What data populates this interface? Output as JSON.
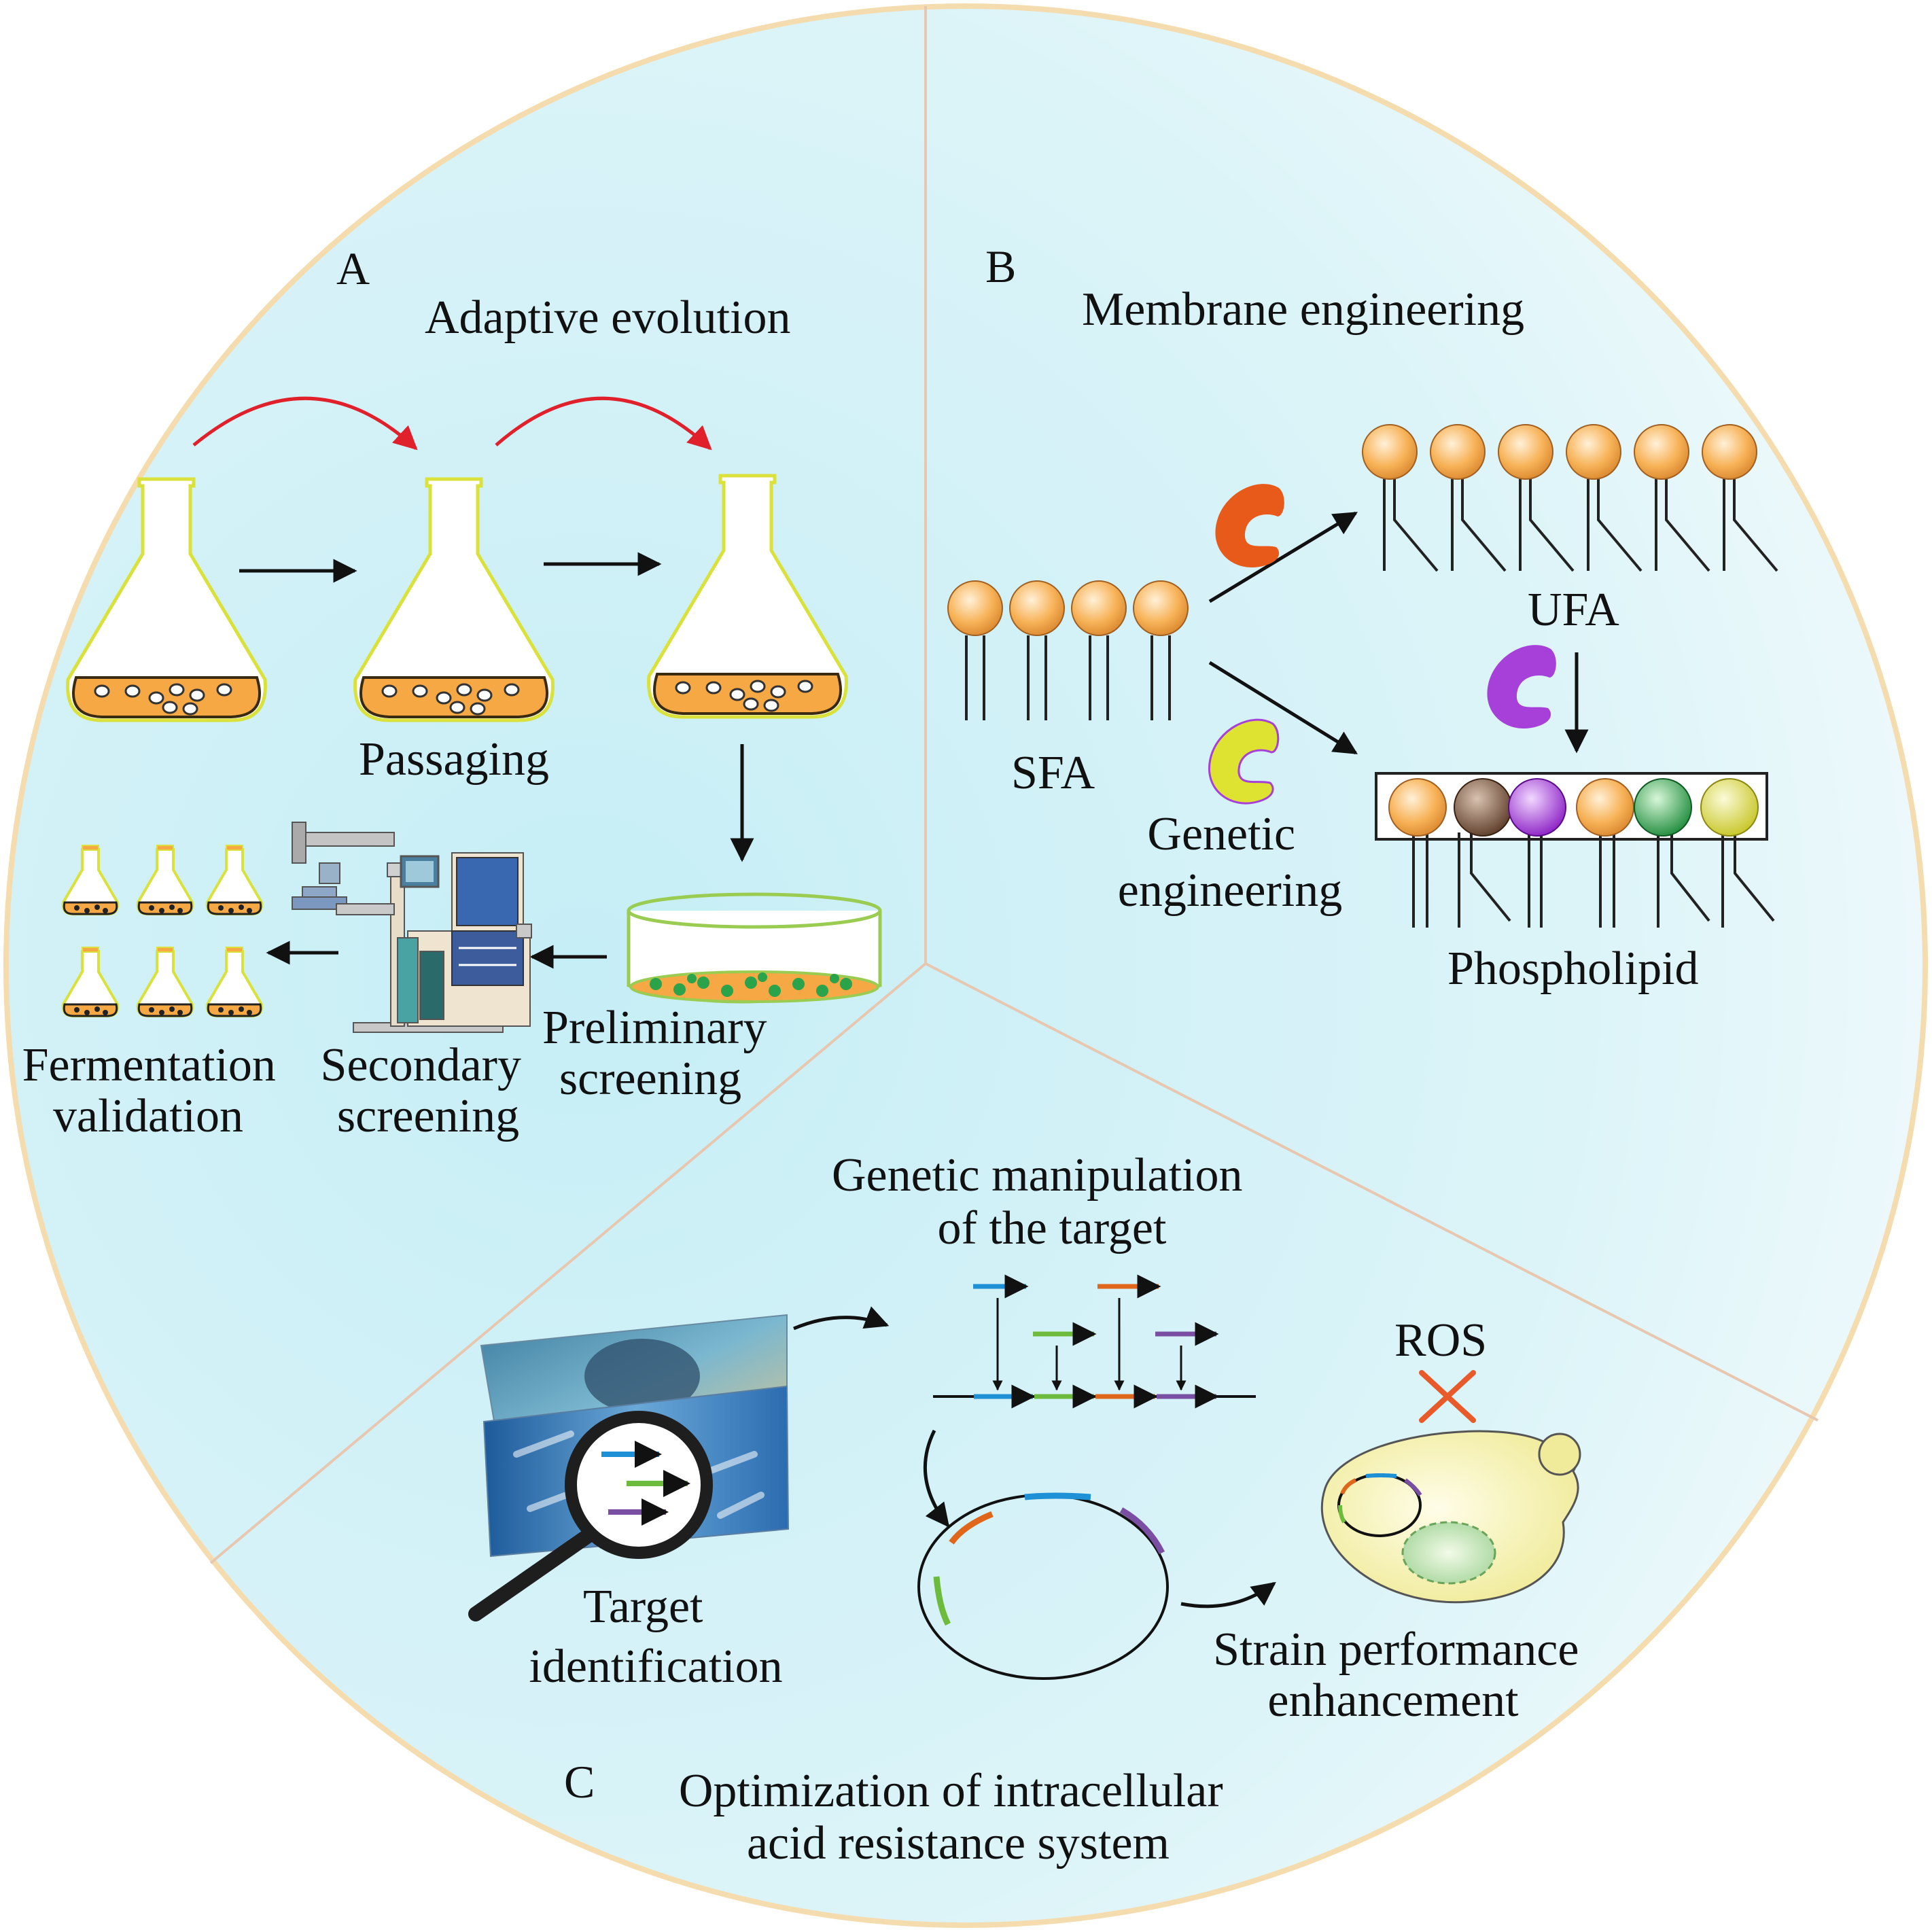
{
  "panels": {
    "A": {
      "letter": "A",
      "title": "Adaptive evolution",
      "passaging": "Passaging",
      "preliminary": [
        "Preliminary",
        "screening"
      ],
      "secondary": [
        "Secondary",
        "screening"
      ],
      "fermentation": [
        "Fermentation",
        "validation"
      ]
    },
    "B": {
      "letter": "B",
      "title": "Membrane engineering",
      "sfa": "SFA",
      "ufa": "UFA",
      "genetic": [
        "Genetic",
        "engineering"
      ],
      "phospholipid": "Phospholipid"
    },
    "C": {
      "letter": "C",
      "title": [
        "Optimization of intracellular",
        "acid resistance system"
      ],
      "manipulation": [
        "Genetic manipulation",
        "of the target"
      ],
      "ros": "ROS",
      "target": [
        "Target",
        "identification"
      ],
      "strain": [
        "Strain performance",
        "enhancement"
      ]
    }
  },
  "colors": {
    "sector_bg": "#d8f3f8",
    "circle_border": "#f5dcae",
    "divider": "#e8c7b0",
    "flask_outline": "#d9e13a",
    "flask_liquid": "#f5a843",
    "red_arrow": "#e0202a",
    "lipid_head": "#f7b257",
    "enzyme_orange": "#e85a1a",
    "enzyme_purple": "#a640d8",
    "enzyme_yellow": "#dde330",
    "gene_blue": "#1e90d6",
    "gene_green": "#6cbb3c",
    "gene_orange": "#e0661b",
    "gene_purple": "#7a4ea3",
    "ros_cross": "#e85a2a"
  }
}
